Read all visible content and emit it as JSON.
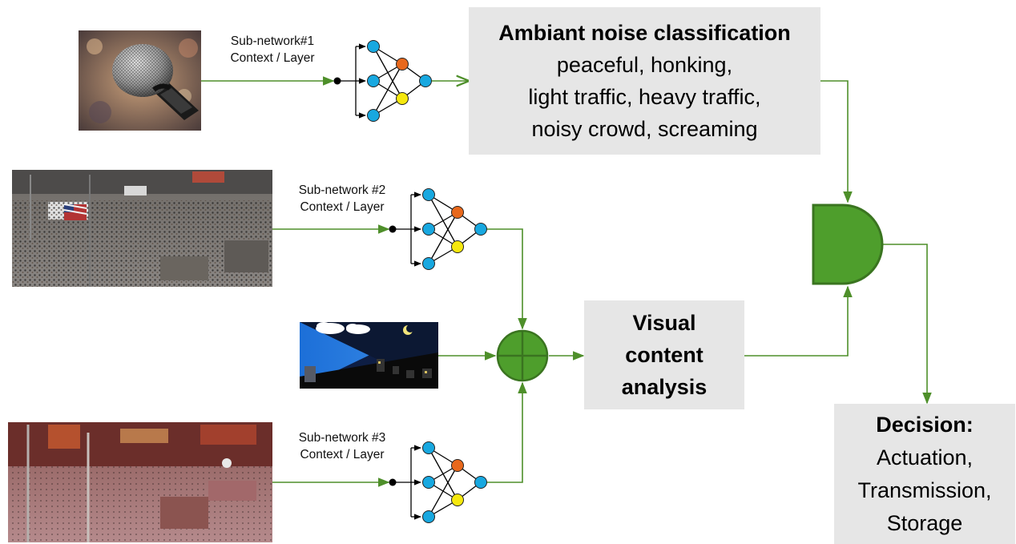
{
  "subnetworks": [
    {
      "title": "Sub-network#1",
      "subtitle": "Context / Layer"
    },
    {
      "title": "Sub-network #2",
      "subtitle": "Context / Layer"
    },
    {
      "title": "Sub-network #3",
      "subtitle": "Context / Layer"
    }
  ],
  "noise_box": {
    "title": "Ambiant noise classification",
    "lines": [
      "peaceful, honking,",
      "light traffic, heavy traffic,",
      "noisy crowd, screaming"
    ]
  },
  "visual_box": {
    "lines": [
      "Visual",
      "content",
      "analysis"
    ]
  },
  "decision_box": {
    "title": "Decision:",
    "lines": [
      "Actuation,",
      "Transmission,",
      "Storage"
    ]
  },
  "images": [
    {
      "icon": "microphone-photo"
    },
    {
      "icon": "crowded-plaza-daytime-photo"
    },
    {
      "icon": "day-night-illustration"
    },
    {
      "icon": "plaza-night-photo"
    }
  ],
  "colors": {
    "wire": "#4e8f2a",
    "gate": "#4e9e2c",
    "node_blue": "#18a8e0",
    "node_orange": "#e8681c",
    "node_yellow": "#f6e80e",
    "box_fill": "#e6e6e6"
  }
}
